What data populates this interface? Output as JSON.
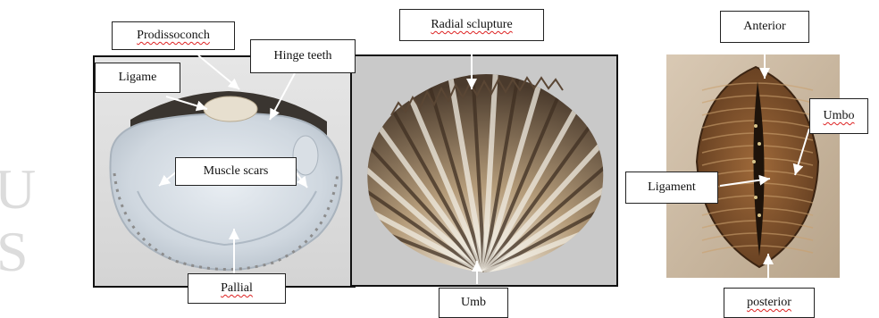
{
  "watermark": {
    "line1": "U",
    "line2": "S"
  },
  "panels": {
    "left": {
      "labels": {
        "prodissoconch": "Prodissoconch",
        "hinge_teeth": "Hinge teeth",
        "ligament": "Ligame",
        "muscle_scars": "Muscle scars",
        "pallial": "Pallial"
      }
    },
    "middle": {
      "labels": {
        "radial_sculpture": "Radial sclupture",
        "umbo": "Umb"
      }
    },
    "right": {
      "labels": {
        "anterior": "Anterior",
        "umbo": "Umbo",
        "ligament": "Ligament",
        "posterior": "posterior"
      }
    }
  }
}
